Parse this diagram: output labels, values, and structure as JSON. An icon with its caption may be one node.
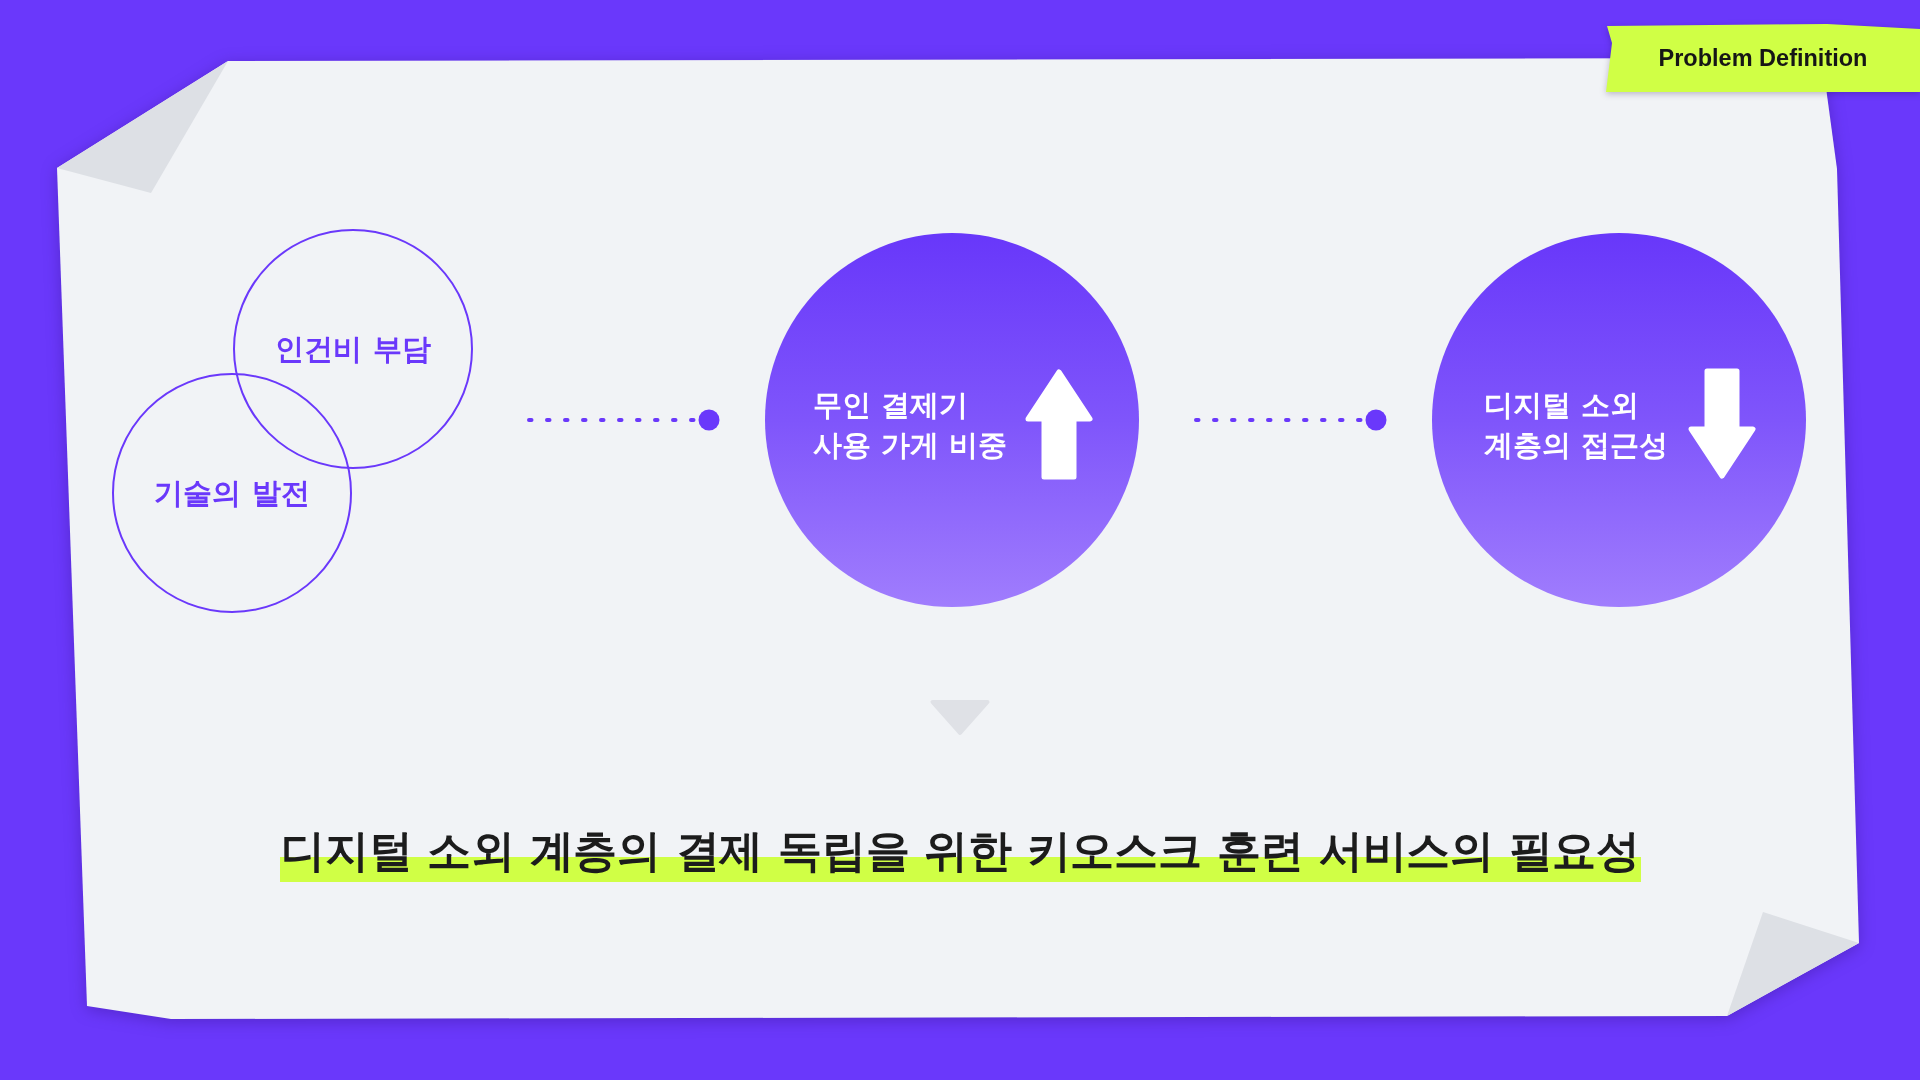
{
  "diagram": {
    "title": "Problem Definition",
    "nodes": [
      {
        "text": [
          "인건비 부담"
        ]
      },
      {
        "text": [
          "기술의 발전"
        ]
      },
      {
        "text": [
          "무인 결제기 사용 가게 비중"
        ]
      },
      {
        "text": [
          "디지털 소외 계층의 접근성"
        ]
      },
      {
        "text": [
          "디지털 소외 계층의 결제 독립을 위한 키오스크 훈련 서비스의 필요성"
        ]
      }
    ],
    "edges": [
      {
        "from": 0,
        "to": 2,
        "arrow": "other",
        "style": "dashed"
      },
      {
        "from": 2,
        "to": 3,
        "arrow": "other",
        "style": "dashed"
      }
    ]
  }
}
